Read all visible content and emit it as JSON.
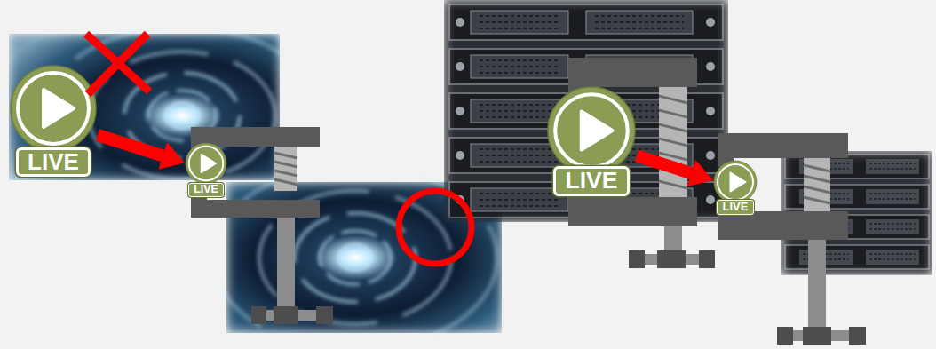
{
  "diagram": {
    "nodes": [
      {
        "text": [
          "LIVE"
        ]
      },
      {
        "text": [
          "LIVE"
        ]
      },
      {
        "text": [
          "LIVE"
        ]
      },
      {
        "text": [
          "LIVE"
        ]
      }
    ],
    "edges": [
      {
        "from": 0,
        "to": 1,
        "arrow": "to"
      },
      {
        "from": 2,
        "to": 3,
        "arrow": "to"
      }
    ]
  }
}
